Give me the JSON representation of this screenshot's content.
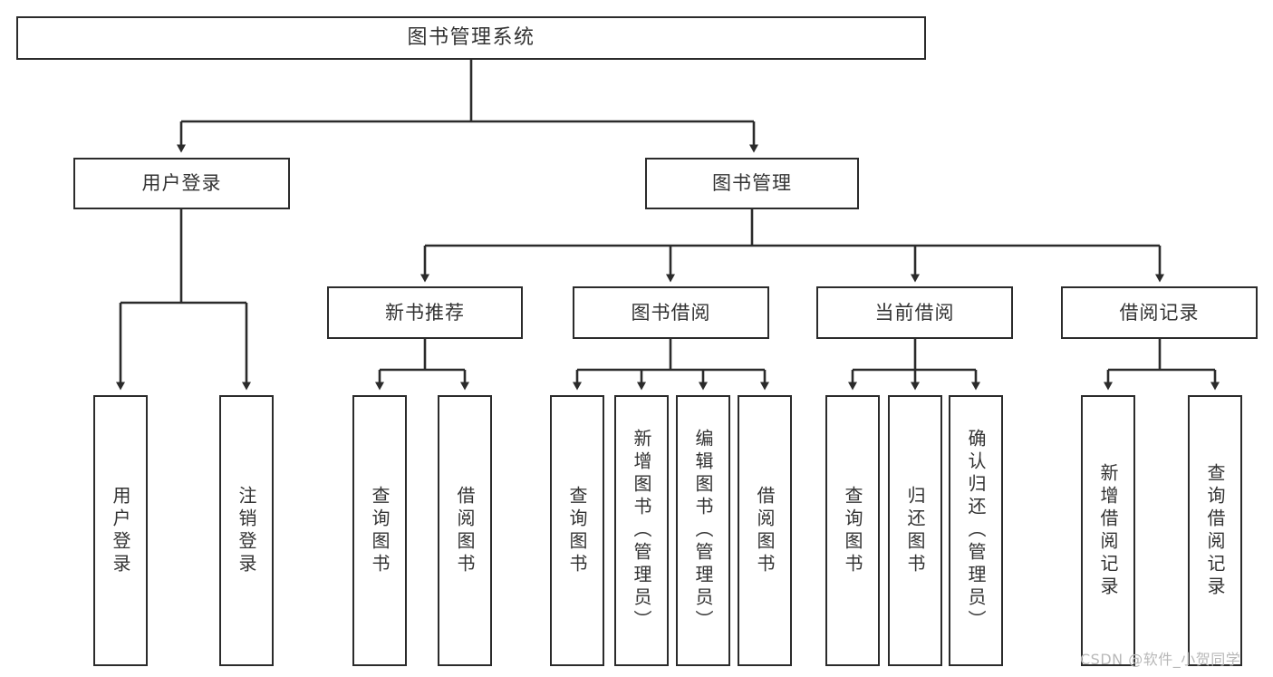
{
  "diagram": {
    "title": "图书管理系统",
    "watermark": "CSDN @软件_小贺同学",
    "levels": {
      "root": {
        "label": "图书管理系统"
      },
      "level2": [
        {
          "label": "用户登录"
        },
        {
          "label": "图书管理"
        }
      ],
      "level3": [
        {
          "label": "新书推荐"
        },
        {
          "label": "图书借阅"
        },
        {
          "label": "当前借阅"
        },
        {
          "label": "借阅记录"
        }
      ],
      "leaves": [
        {
          "label": "用户登录"
        },
        {
          "label": "注销登录"
        },
        {
          "label": "查询图书"
        },
        {
          "label": "借阅图书"
        },
        {
          "label": "查询图书"
        },
        {
          "label": "新增图书（管理员）"
        },
        {
          "label": "编辑图书（管理员）"
        },
        {
          "label": "借阅图书"
        },
        {
          "label": "查询图书"
        },
        {
          "label": "归还图书"
        },
        {
          "label": "确认归还（管理员）"
        },
        {
          "label": "新增借阅记录"
        },
        {
          "label": "查询借阅记录"
        }
      ]
    },
    "colors": {
      "border": "#2b2b2b",
      "text": "#333333",
      "background": "#ffffff",
      "watermark": "#b8b8b8"
    }
  }
}
